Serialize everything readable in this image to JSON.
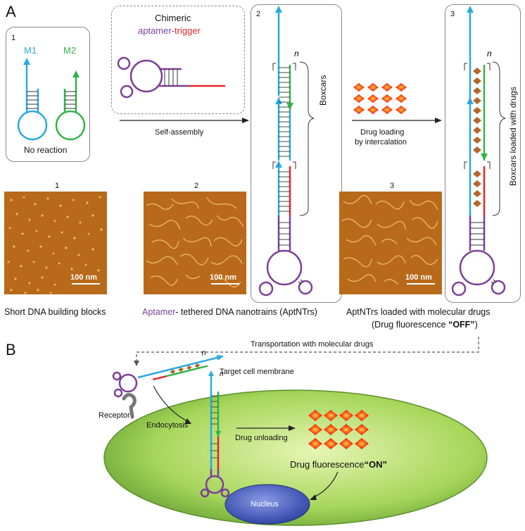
{
  "panels": {
    "a": "A",
    "b": "B"
  },
  "box1": {
    "num": "1",
    "m1": "M1",
    "m2": "M2",
    "caption": "No reaction"
  },
  "chimeric": {
    "line1": "Chimeric",
    "aptamer": "aptamer",
    "dash": "-",
    "trigger": "trigger"
  },
  "arrows": {
    "self_assembly": "Self-assembly",
    "drug_loading_1": "Drug loading",
    "drug_loading_2": "by intercalation"
  },
  "box2": {
    "num": "2",
    "n": "n",
    "boxcars": "Boxcars"
  },
  "box3": {
    "num": "3",
    "n": "n",
    "boxcars": "Boxcars loaded with drugs"
  },
  "afm": {
    "label1": "1",
    "label2": "2",
    "label3": "3",
    "scale": "100 nm"
  },
  "captions": {
    "short": "Short DNA building blocks",
    "aptamer_word": "Aptamer",
    "aptntrs": "- tethered DNA nanotrains (AptNTrs)",
    "loaded": "AptNTrs loaded with molecular drugs",
    "fluor_off_pre": "(Drug fluorescence ",
    "fluor_off": "“OFF”",
    "fluor_off_post": ")"
  },
  "panel_b": {
    "transport": "Transportation with molecular drugs",
    "membrane": "Target cell membrane",
    "receptor": "Receptor",
    "endocytosis": "Endocytosis",
    "unloading": "Drug unloading",
    "fluor_on_pre": "Drug fluorescence",
    "fluor_on": "“ON”",
    "nucleus": "Nucleus",
    "n": "n"
  },
  "colors": {
    "m1": "#29a9e0",
    "m2": "#33b34a",
    "aptamer": "#7d3f98",
    "trigger": "#e3262a",
    "cell": "#a6d65a",
    "nucleus": "#4a5fc0",
    "afm": "#b86a1a"
  }
}
